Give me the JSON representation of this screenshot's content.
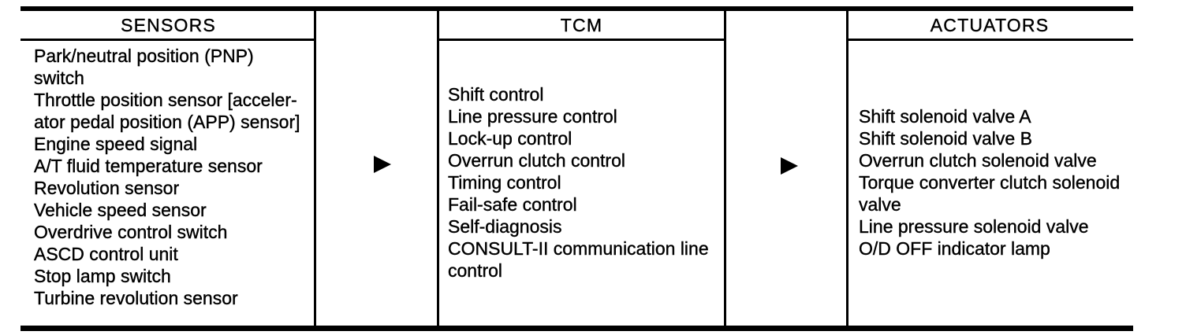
{
  "colors": {
    "ink": "#000000",
    "paper": "#ffffff"
  },
  "diagram": {
    "boxes": [
      {
        "id": "sensors",
        "header": "SENSORS",
        "lines": [
          "Park/neutral position (PNP)",
          "switch",
          "Throttle position sensor [acceler-",
          "ator pedal position (APP) sensor]",
          "Engine speed signal",
          "A/T fluid temperature sensor",
          "Revolution sensor",
          "Vehicle speed sensor",
          "Overdrive control switch",
          "ASCD control unit",
          "Stop lamp switch",
          "Turbine revolution sensor"
        ]
      },
      {
        "id": "tcm",
        "header": "TCM",
        "lines": [
          "Shift control",
          "Line pressure control",
          "Lock-up control",
          "Overrun clutch control",
          "Timing control",
          "Fail-safe control",
          "Self-diagnosis",
          "CONSULT-II communication line",
          "control"
        ]
      },
      {
        "id": "actuators",
        "header": "ACTUATORS",
        "lines": [
          "Shift solenoid valve A",
          "Shift solenoid valve B",
          "Overrun clutch solenoid valve",
          "Torque converter clutch solenoid",
          "valve",
          "Line pressure solenoid valve",
          "O/D OFF indicator lamp"
        ]
      }
    ],
    "arrows": [
      {
        "name": "sensors-to-tcm-arrow",
        "glyph": "right-triangle"
      },
      {
        "name": "tcm-to-actuators-arrow",
        "glyph": "right-triangle"
      }
    ]
  }
}
